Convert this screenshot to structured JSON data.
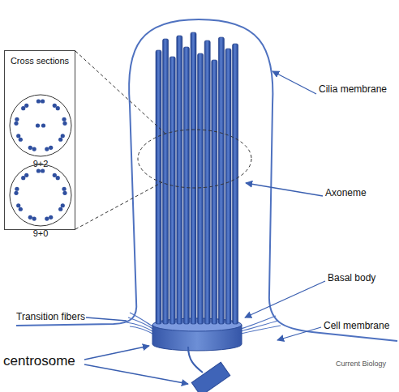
{
  "diagram": {
    "nodes": [
      {
        "text": [
          "Cross sections"
        ]
      },
      {
        "text": [
          "9+2"
        ],
        "in": 0
      },
      {
        "text": [
          "9+0"
        ],
        "in": 0
      }
    ],
    "labels": [
      "Cilia membrane",
      "Axoneme",
      "Basal body",
      "Transition fibers",
      "Cell membrane",
      "centrosome",
      "Current Biology"
    ]
  }
}
